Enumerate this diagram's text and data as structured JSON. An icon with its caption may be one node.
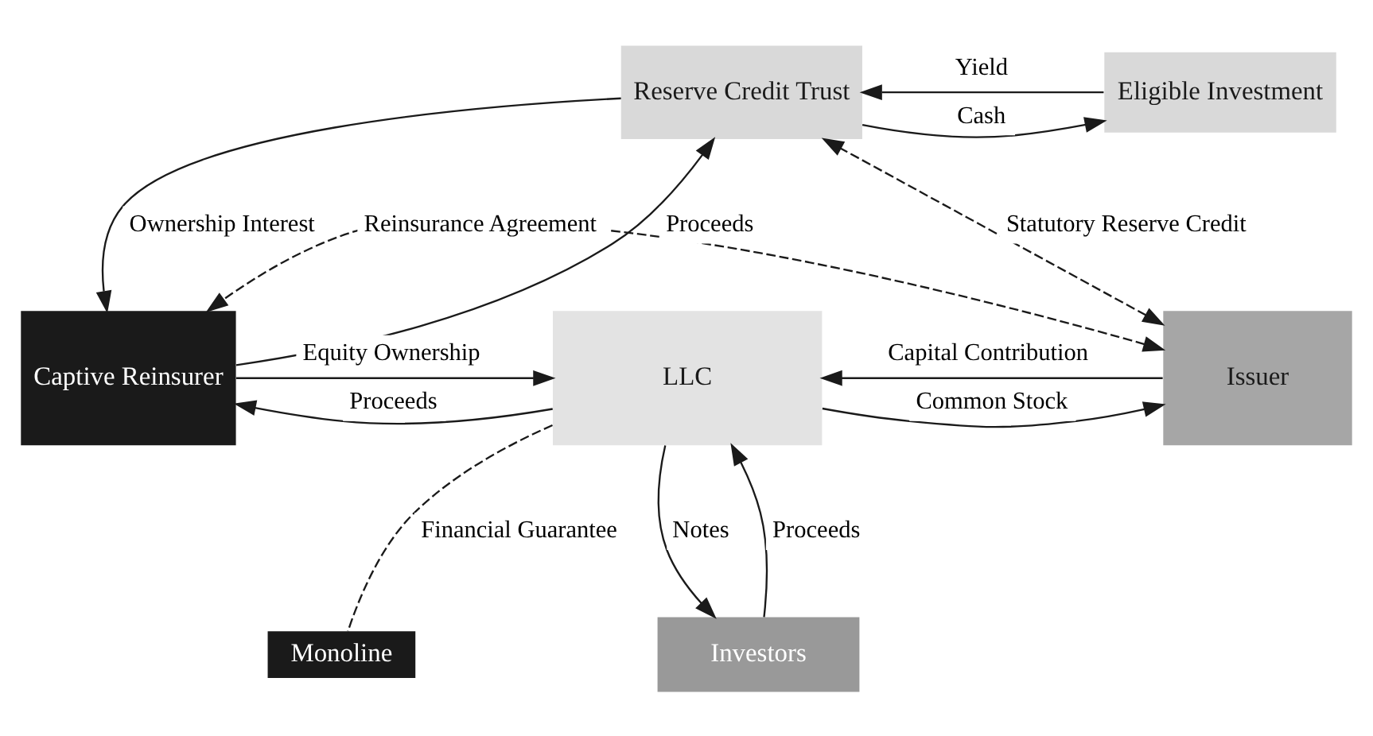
{
  "diagram": {
    "nodes": [
      {
        "text": [
          "Reserve Credit Trust"
        ]
      },
      {
        "text": [
          "Eligible Investment"
        ]
      },
      {
        "text": [
          "Issuer"
        ]
      },
      {
        "text": [
          "LLC"
        ]
      },
      {
        "text": [
          "Captive Reinsurer"
        ]
      },
      {
        "text": [
          "Monoline"
        ]
      },
      {
        "text": [
          "Investors"
        ]
      }
    ],
    "edges": [
      {
        "from": 1,
        "to": 0,
        "arrow": "to",
        "label": "Yield"
      },
      {
        "from": 0,
        "to": 1,
        "arrow": "to",
        "label": "Cash"
      },
      {
        "from": 2,
        "to": 0,
        "arrow": "both",
        "label": "Statutory Reserve Credit",
        "style": "dashed"
      },
      {
        "from": 2,
        "to": 4,
        "arrow": "both",
        "label": "Reinsurance Agreement",
        "style": "dashed"
      },
      {
        "from": 0,
        "to": 4,
        "arrow": "to",
        "label": "Ownership Interest"
      },
      {
        "from": 4,
        "to": 0,
        "arrow": "to",
        "label": "Proceeds"
      },
      {
        "from": 2,
        "to": 3,
        "arrow": "to",
        "label": "Capital Contribution"
      },
      {
        "from": 3,
        "to": 2,
        "arrow": "to",
        "label": "Common Stock"
      },
      {
        "from": 4,
        "to": 3,
        "arrow": "to",
        "label": "Equity Ownership"
      },
      {
        "from": 3,
        "to": 4,
        "arrow": "to",
        "label": "Proceeds"
      },
      {
        "from": 3,
        "to": 6,
        "arrow": "to",
        "label": "Notes"
      },
      {
        "from": 6,
        "to": 3,
        "arrow": "to",
        "label": "Proceeds"
      },
      {
        "from": 3,
        "to": 5,
        "arrow": "none",
        "label": "Financial Guarantee",
        "style": "dashed"
      }
    ]
  }
}
